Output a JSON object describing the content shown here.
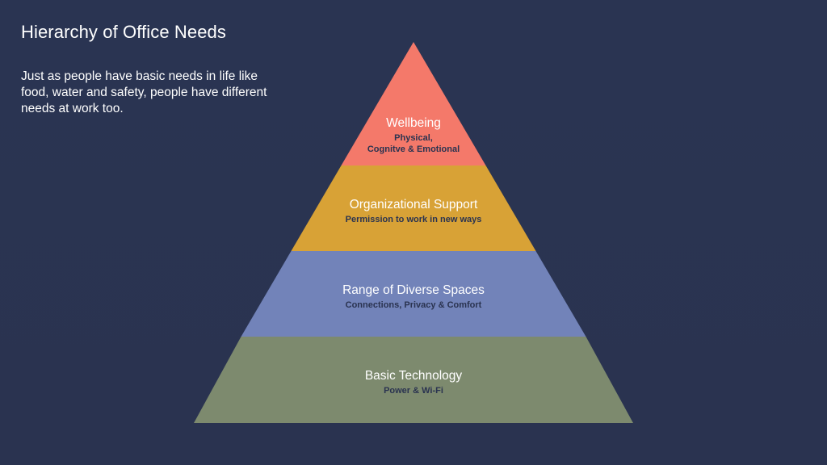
{
  "title": "Hierarchy of Office Needs",
  "intro": "Just as people have basic needs in life like food, water and safety, people have different needs at work too.",
  "tiers": [
    {
      "label": "Wellbeing",
      "sub_lines": [
        "Physical,",
        "Cognitve & Emotional"
      ],
      "color": "#f4796a"
    },
    {
      "label": "Organizational Support",
      "sub_lines": [
        "Permission to work in new ways"
      ],
      "color": "#d8a236"
    },
    {
      "label": "Range of Diverse Spaces",
      "sub_lines": [
        "Connections, Privacy & Comfort"
      ],
      "color": "#7283b9"
    },
    {
      "label": "Basic Technology",
      "sub_lines": [
        "Power & Wi-Fi"
      ],
      "color": "#7d8a6e"
    }
  ]
}
